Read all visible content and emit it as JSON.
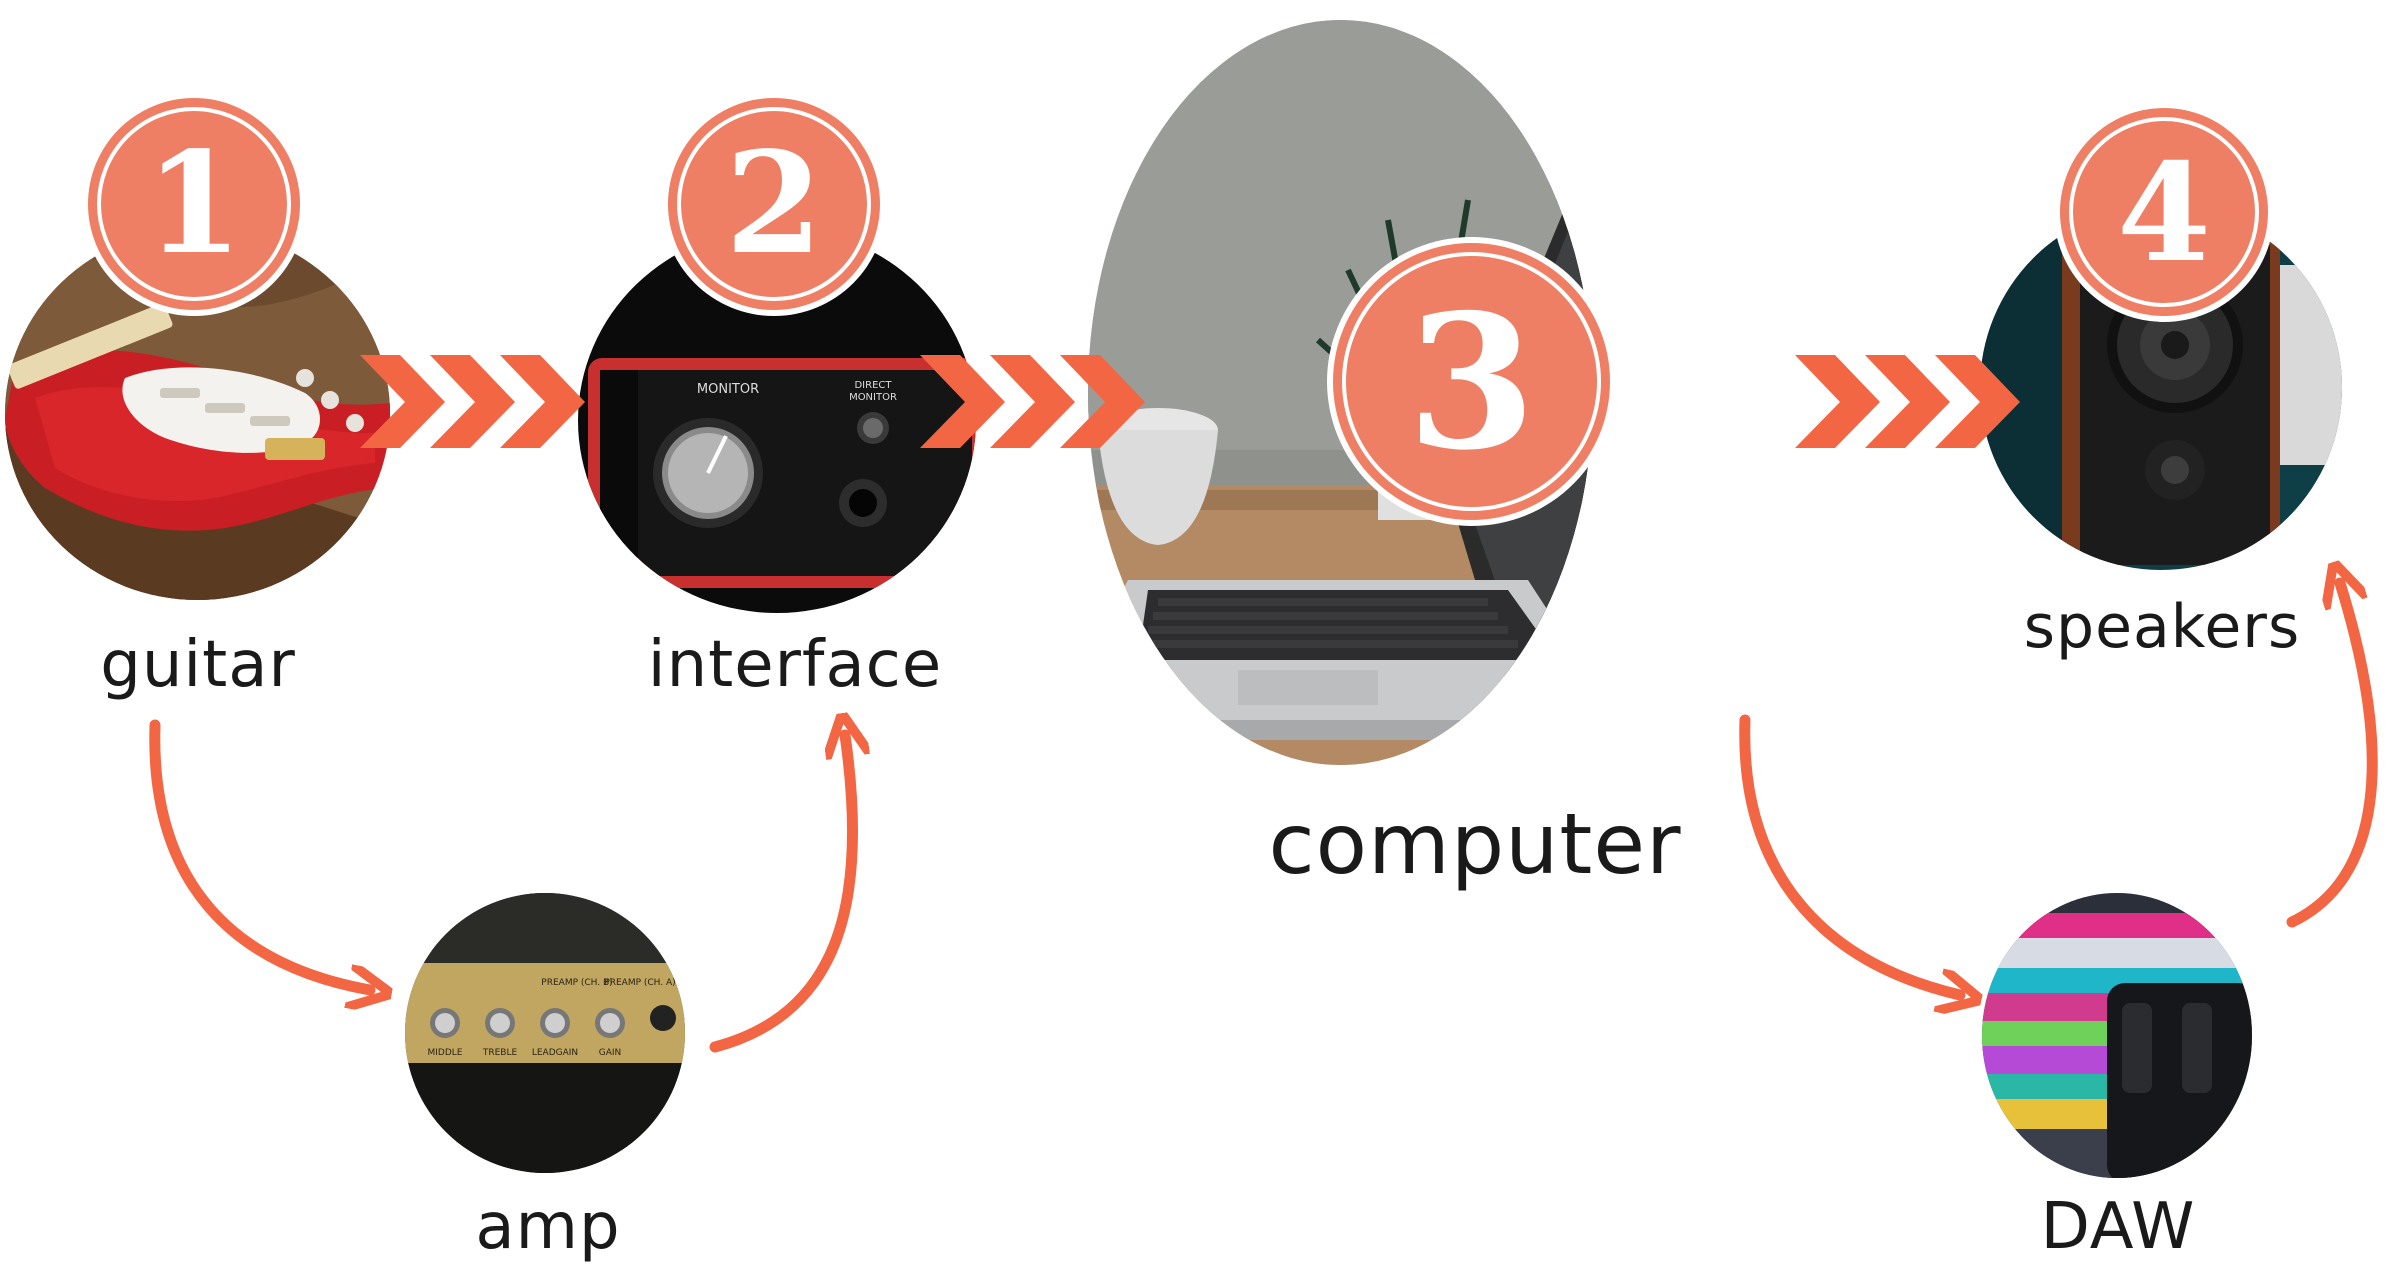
{
  "colors": {
    "accent": "#f26644",
    "badge": "#ee7f64",
    "text": "#1a1a1a"
  },
  "nodes": {
    "guitar": {
      "label": "guitar",
      "icon": "guitar-photo"
    },
    "interface": {
      "label": "interface",
      "icon": "audio-interface-photo",
      "panel_left": "MONITOR",
      "panel_right_1": "DIRECT",
      "panel_right_2": "MONITOR"
    },
    "computer": {
      "label": "computer",
      "icon": "laptop-photo"
    },
    "speakers": {
      "label": "speakers",
      "icon": "speaker-photo"
    },
    "amp": {
      "label": "amp",
      "icon": "amp-photo",
      "knob_1": "MIDDLE",
      "knob_2": "TREBLE",
      "knob_3": "LEADGAIN",
      "knob_4": "GAIN",
      "preamp_b": "PREAMP (CH. B)",
      "preamp_a": "PREAMP (CH. A)"
    },
    "daw": {
      "label": "DAW",
      "icon": "daw-screen-photo"
    }
  },
  "badges": {
    "one": "1",
    "two": "2",
    "three": "3",
    "four": "4"
  }
}
